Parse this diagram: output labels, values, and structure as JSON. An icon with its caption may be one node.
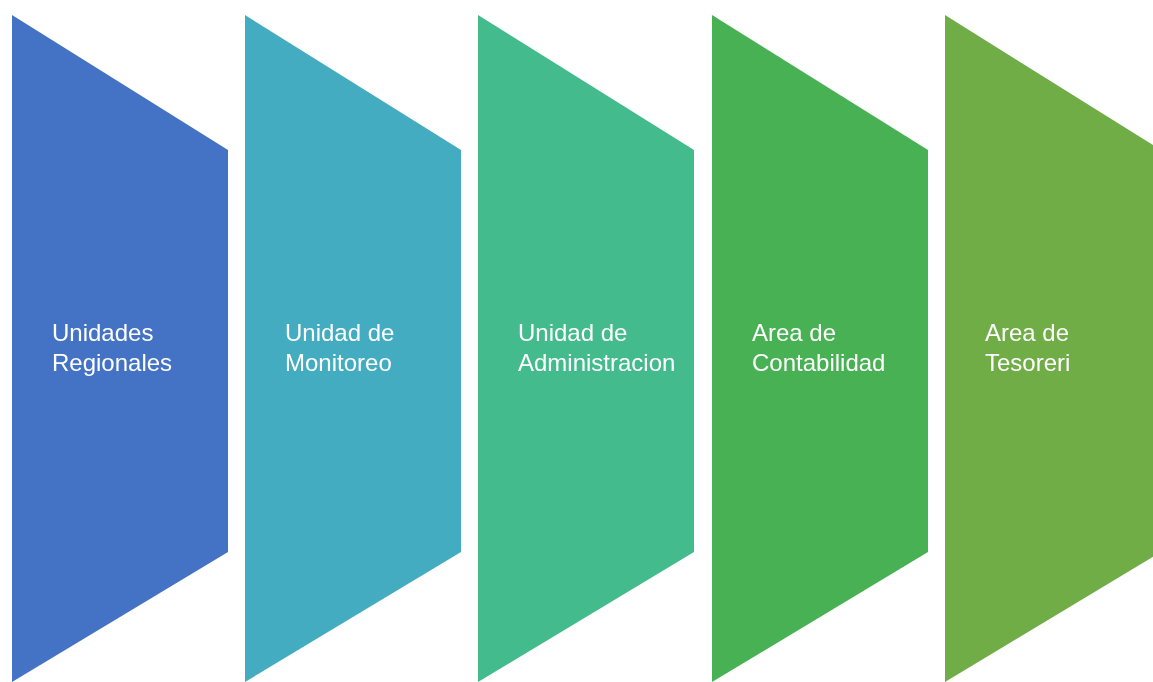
{
  "diagram": {
    "nodes": [
      {
        "text": [
          "Unidades Regionales"
        ]
      },
      {
        "text": [
          "Unidad de Monitoreo"
        ]
      },
      {
        "text": [
          "Unidad de Administracion"
        ]
      },
      {
        "text": [
          "Area de Contabilidad"
        ]
      },
      {
        "text": [
          "Area de Tesoreri"
        ]
      }
    ]
  }
}
